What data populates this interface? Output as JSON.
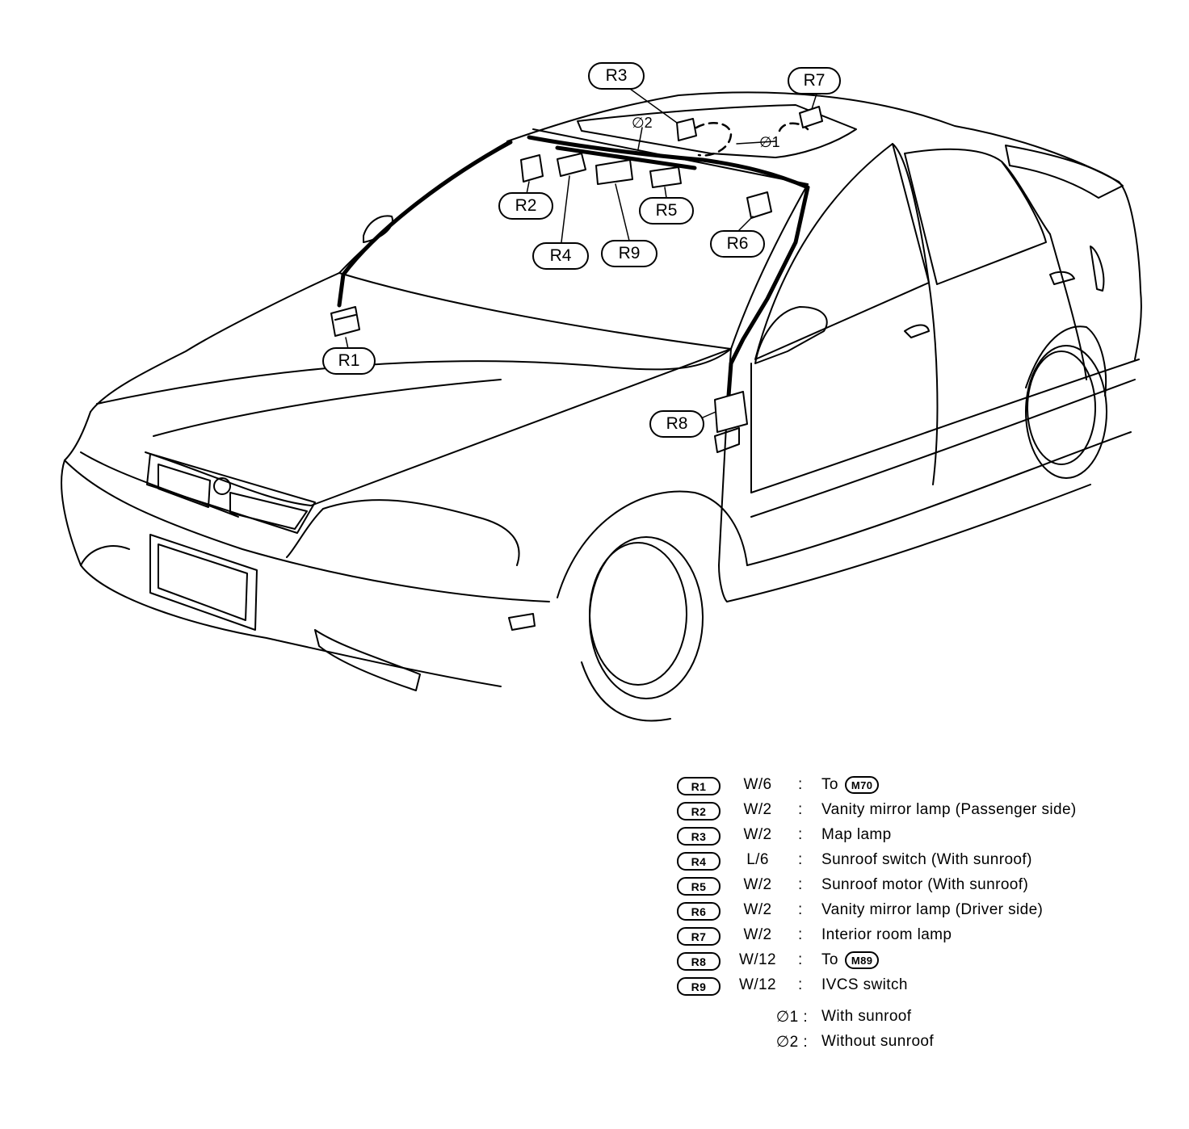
{
  "callouts": {
    "r1": "R1",
    "r2": "R2",
    "r3": "R3",
    "r4": "R4",
    "r5": "R5",
    "r6": "R6",
    "r7": "R7",
    "r8": "R8",
    "r9": "R9"
  },
  "markers": {
    "star1": "∅1",
    "star2": "∅2"
  },
  "legend": {
    "items": [
      {
        "id": "R1",
        "code": "W/6",
        "desc": "To",
        "ref": "M70"
      },
      {
        "id": "R2",
        "code": "W/2",
        "desc": "Vanity mirror lamp (Passenger side)"
      },
      {
        "id": "R3",
        "code": "W/2",
        "desc": "Map lamp"
      },
      {
        "id": "R4",
        "code": "L/6",
        "desc": "Sunroof switch (With sunroof)"
      },
      {
        "id": "R5",
        "code": "W/2",
        "desc": "Sunroof motor (With sunroof)"
      },
      {
        "id": "R6",
        "code": "W/2",
        "desc": "Vanity mirror lamp (Driver side)"
      },
      {
        "id": "R7",
        "code": "W/2",
        "desc": "Interior room lamp"
      },
      {
        "id": "R8",
        "code": "W/12",
        "desc": "To",
        "ref": "M89"
      },
      {
        "id": "R9",
        "code": "W/12",
        "desc": "IVCS switch"
      }
    ],
    "colon": ":",
    "notes": [
      {
        "mark": "∅1 :",
        "desc": "With sunroof"
      },
      {
        "mark": "∅2 :",
        "desc": "Without sunroof"
      }
    ]
  }
}
